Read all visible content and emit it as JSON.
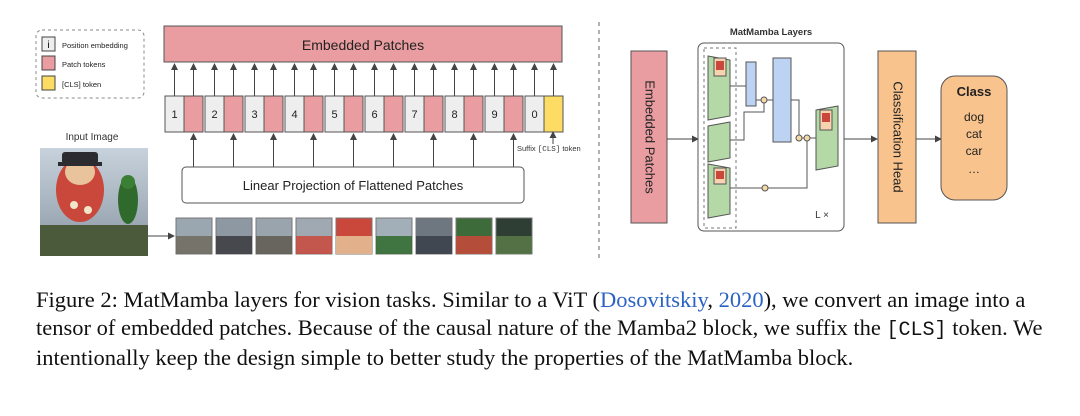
{
  "left_diagram": {
    "legend": {
      "position_label": "Position embedding",
      "position_glyph": "i",
      "patch_label": "Patch tokens",
      "cls_label": "[CLS] token"
    },
    "embedded_patches_label": "Embedded Patches",
    "input_image_label": "Input Image",
    "linear_projection_label": "Linear Projection of Flattened Patches",
    "position_numbers": [
      "1",
      "2",
      "3",
      "4",
      "5",
      "6",
      "7",
      "8",
      "9",
      "0"
    ],
    "suffix_note": {
      "prefix": "Suffix ",
      "token": "[CLS]",
      "suffix": " token"
    }
  },
  "right_diagram": {
    "embedded_patches_label": "Embedded Patches",
    "layers_title": "MatMamba Layers",
    "repeat_label": "L ×",
    "head_label": "Classification Head",
    "class_title": "Class",
    "classes": [
      "dog",
      "cat",
      "car",
      "…"
    ]
  },
  "colors": {
    "patch_pink": "#e99da0",
    "cls_yellow": "#fddc63",
    "green_block": "#b5d8a7",
    "blue_block": "#bcd3f4",
    "orange_block": "#f9c38e",
    "circle_node": "#f6d9a8"
  },
  "caption": {
    "figure_label": "Figure 2:",
    "text_1": " MatMamba layers for vision tasks. Similar to a ViT (",
    "cite_author": "Dosovitskiy",
    "cite_sep": ", ",
    "cite_year": "2020",
    "text_2": "), we convert an image into a tensor of embedded patches. Because of the causal nature of the Mamba2 block, we suffix the ",
    "code": "[CLS]",
    "text_3": " token. We intentionally keep the design simple to better study the properties of the MatMamba block."
  }
}
